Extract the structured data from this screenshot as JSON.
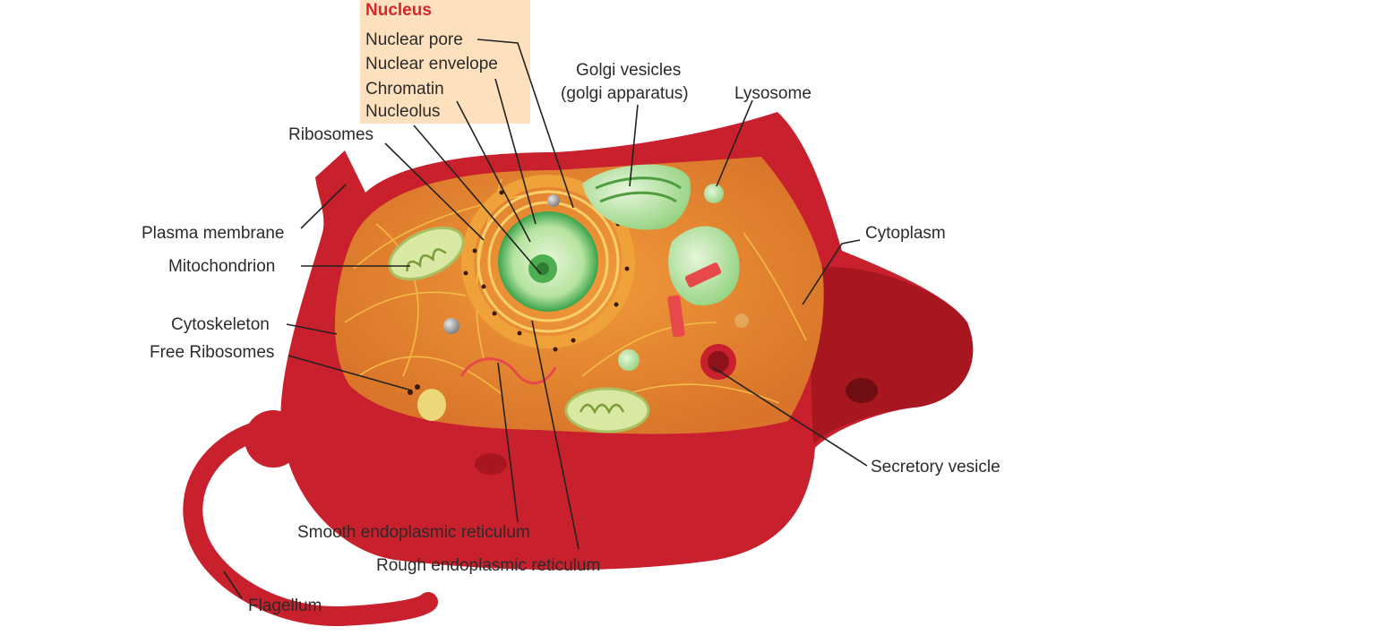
{
  "nucleus_box": {
    "title": "Nucleus",
    "items": [
      "Nuclear pore",
      "Nuclear envelope",
      "Chromatin",
      "Nucleolus"
    ]
  },
  "labels": {
    "golgi_1": "Golgi vesicles",
    "golgi_2": "(golgi apparatus)",
    "lysosome": "Lysosome",
    "ribosomes": "Ribosomes",
    "plasma_membrane": "Plasma membrane",
    "mitochondrion": "Mitochondrion",
    "cytoplasm": "Cytoplasm",
    "cytoskeleton": "Cytoskeleton",
    "free_ribosomes": "Free Ribosomes",
    "secretory_vesicle": "Secretory vesicle",
    "smooth_er": "Smooth endoplasmic reticulum",
    "rough_er": "Rough endoplasmic reticulum",
    "flagellum": "Flagellum"
  },
  "colors": {
    "membrane": "#c8202c",
    "cytoplasm": "#e8822a",
    "nucleus_box_bg": "#fde0bd",
    "nucleus_title": "#d8262a",
    "organelle_green": "#9fd88a",
    "text": "#2b2b2b"
  }
}
